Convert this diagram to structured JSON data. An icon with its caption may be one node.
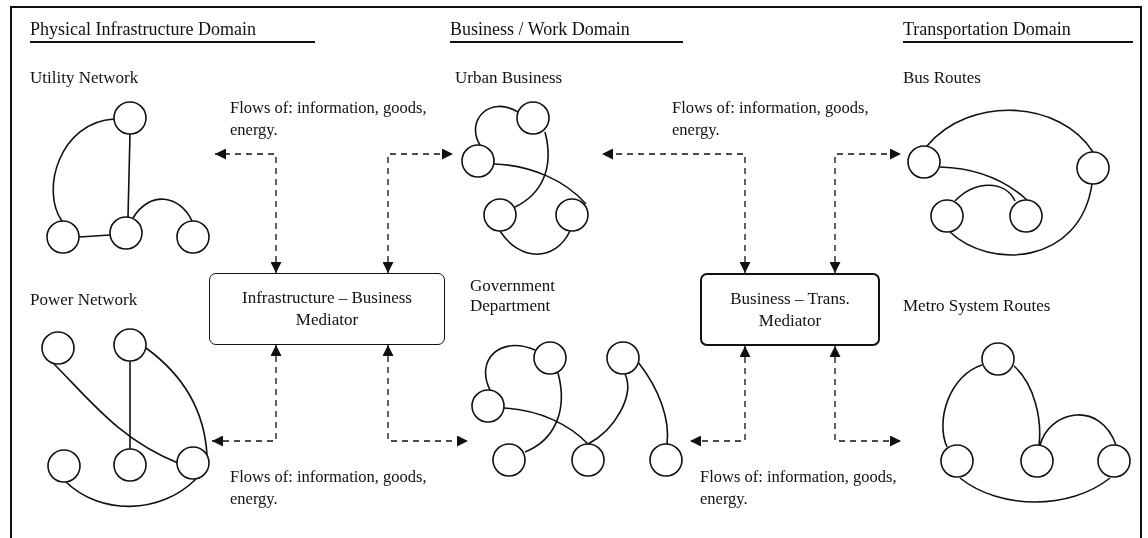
{
  "diagram": {
    "nodes": [
      {
        "text": [
          "Utility Network"
        ]
      },
      {
        "text": [
          "Power Network"
        ]
      },
      {
        "text": [
          "Urban Business"
        ]
      },
      {
        "text": [
          "Government Department"
        ]
      },
      {
        "text": [
          "Bus Routes"
        ]
      },
      {
        "text": [
          "Metro System Routes"
        ]
      },
      {
        "text": [
          "Infrastructure – Business Mediator"
        ]
      },
      {
        "text": [
          "Business – Trans. Mediator"
        ]
      }
    ],
    "edges": [
      {
        "from": 6,
        "to": 0,
        "arrow": "both",
        "style": "dashed"
      },
      {
        "from": 6,
        "to": 2,
        "arrow": "both",
        "style": "dashed"
      },
      {
        "from": 6,
        "to": 1,
        "arrow": "both",
        "style": "dashed"
      },
      {
        "from": 6,
        "to": 3,
        "arrow": "both",
        "style": "dashed"
      },
      {
        "from": 7,
        "to": 2,
        "arrow": "both",
        "style": "dashed"
      },
      {
        "from": 7,
        "to": 4,
        "arrow": "both",
        "style": "dashed"
      },
      {
        "from": 7,
        "to": 3,
        "arrow": "both",
        "style": "dashed"
      },
      {
        "from": 7,
        "to": 5,
        "arrow": "both",
        "style": "dashed"
      }
    ],
    "labels": [
      "Physical Infrastructure Domain",
      "Business / Work Domain",
      "Transportation Domain",
      "Flows of: information, goods, energy.",
      "Flows of: information, goods, energy.",
      "Flows of: information, goods, energy.",
      "Flows of: information, goods, energy."
    ]
  }
}
